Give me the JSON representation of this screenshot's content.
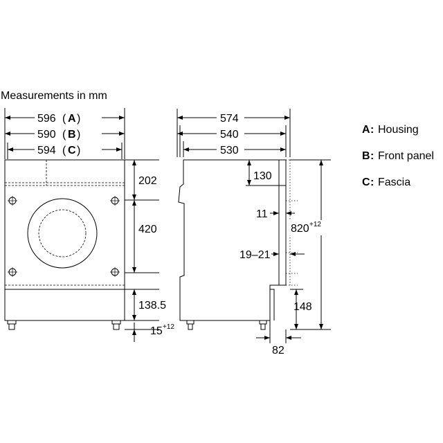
{
  "title": "Measurements in mm",
  "front_view": {
    "width_A": "596",
    "width_B": "590",
    "width_C": "594",
    "letter_A": "A",
    "letter_B": "B",
    "letter_C": "C",
    "height_top": "202",
    "height_mid": "420",
    "height_bottom": "138.5",
    "feet_value": "15",
    "feet_tolerance": "+12"
  },
  "side_view": {
    "depth_1": "574",
    "depth_2": "540",
    "depth_3": "530",
    "dim_130": "130",
    "dim_11": "11",
    "dim_19_21": "19–21",
    "height_total": "820",
    "height_tolerance": "+12",
    "dim_148": "148",
    "dim_82": "82"
  },
  "legend": [
    {
      "key": "A",
      "label": "Housing"
    },
    {
      "key": "B",
      "label": "Front panel"
    },
    {
      "key": "C",
      "label": "Fascia"
    }
  ]
}
